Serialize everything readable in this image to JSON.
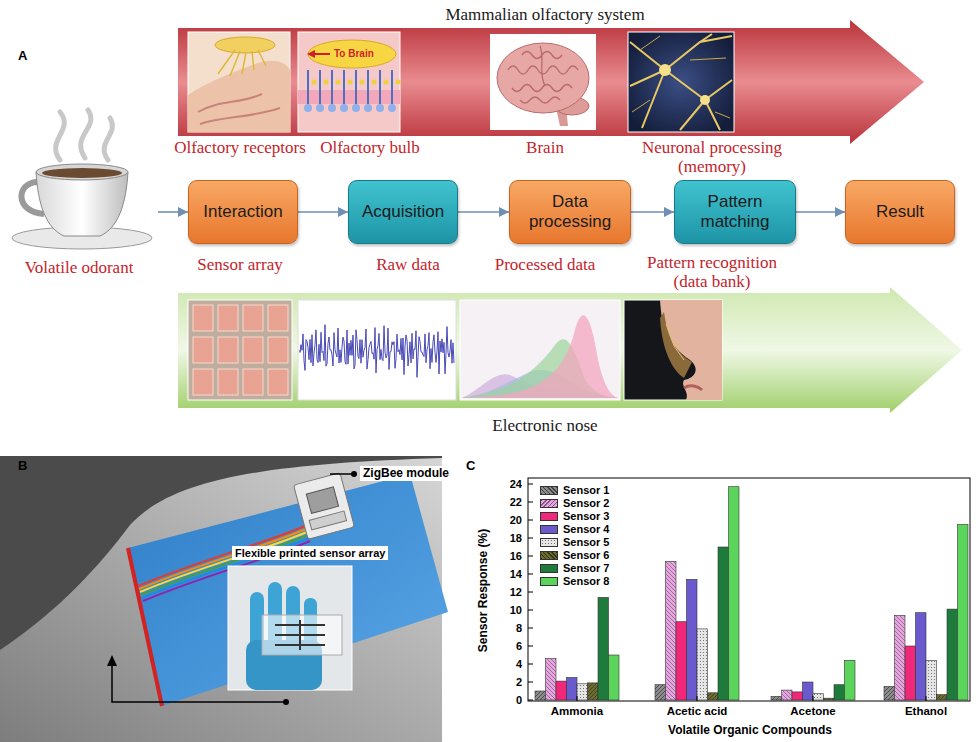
{
  "diagram": {
    "nodes": [
      {
        "text": [
          "Volatile odorant"
        ]
      },
      {
        "text": [
          "Interaction"
        ]
      },
      {
        "text": [
          "Acquisition"
        ]
      },
      {
        "text": [
          "Data processing"
        ]
      },
      {
        "text": [
          "Pattern matching"
        ]
      },
      {
        "text": [
          "Result"
        ]
      }
    ],
    "edges": [
      {
        "from": 0,
        "to": 1,
        "arrow": "to"
      },
      {
        "from": 1,
        "to": 2,
        "arrow": "to"
      },
      {
        "from": 2,
        "to": 3,
        "arrow": "to"
      },
      {
        "from": 3,
        "to": 4,
        "arrow": "to"
      },
      {
        "from": 4,
        "to": 5,
        "arrow": "to"
      }
    ],
    "labels": [
      "A",
      "Mammalian olfactory system",
      "To Brain",
      "Olfactory receptors",
      "Olfactory bulb",
      "Brain",
      "Neuronal processing (memory)",
      "Sensor array",
      "Raw data",
      "Processed data",
      "Pattern recognition (data bank)",
      "Electronic nose",
      "B",
      "ZigBee module",
      "Flexible printed sensor array",
      "C",
      "0",
      "2",
      "4",
      "6",
      "8",
      "10",
      "12",
      "14",
      "16",
      "18",
      "20",
      "22",
      "24",
      "Sensor Response (%)",
      "Ammonia",
      "Acetic acid",
      "Acetone",
      "Ethanol",
      "Volatile Organic Compounds"
    ],
    "legend": [
      {
        "text": "Sensor 1",
        "color": "#8c8c8c"
      },
      {
        "text": "Sensor 2",
        "color": "#e9a3e3"
      },
      {
        "text": "Sensor 3",
        "color": "#f0287a"
      },
      {
        "text": "Sensor 4",
        "color": "#6a5acd"
      },
      {
        "text": "Sensor 5",
        "color": "#e6e6e6"
      },
      {
        "text": "Sensor 6",
        "color": "#6b6b2e"
      },
      {
        "text": "Sensor 7",
        "color": "#1e7b3c"
      },
      {
        "text": "Sensor 8",
        "color": "#5ad45a"
      }
    ]
  }
}
